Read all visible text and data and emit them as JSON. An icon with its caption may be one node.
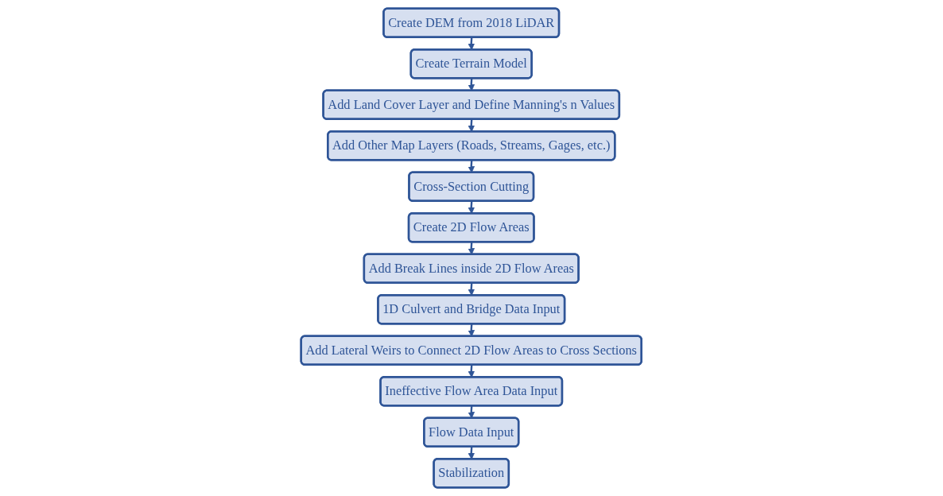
{
  "diagram": {
    "nodes": [
      {
        "text": [
          "Create DEM from 2018 LiDAR"
        ]
      },
      {
        "text": [
          "Create Terrain Model"
        ]
      },
      {
        "text": [
          "Add Land Cover Layer and Define Manning's n Values"
        ]
      },
      {
        "text": [
          "Add Other Map Layers (Roads, Streams, Gages, etc.)"
        ]
      },
      {
        "text": [
          "Cross-Section Cutting"
        ]
      },
      {
        "text": [
          "Create 2D Flow Areas"
        ]
      },
      {
        "text": [
          "Add Break Lines inside 2D Flow Areas"
        ]
      },
      {
        "text": [
          "1D Culvert and Bridge Data Input"
        ]
      },
      {
        "text": [
          "Add Lateral Weirs to Connect 2D Flow Areas to Cross Sections"
        ]
      },
      {
        "text": [
          "Ineffective Flow Area Data Input"
        ]
      },
      {
        "text": [
          "Flow Data Input"
        ]
      },
      {
        "text": [
          "Stabilization"
        ]
      }
    ],
    "edges": [
      {
        "from": 0,
        "to": 1,
        "arrow": "to"
      },
      {
        "from": 1,
        "to": 2,
        "arrow": "to"
      },
      {
        "from": 2,
        "to": 3,
        "arrow": "to"
      },
      {
        "from": 3,
        "to": 4,
        "arrow": "to"
      },
      {
        "from": 4,
        "to": 5,
        "arrow": "to"
      },
      {
        "from": 5,
        "to": 6,
        "arrow": "to"
      },
      {
        "from": 6,
        "to": 7,
        "arrow": "to"
      },
      {
        "from": 7,
        "to": 8,
        "arrow": "to"
      },
      {
        "from": 8,
        "to": 9,
        "arrow": "to"
      },
      {
        "from": 9,
        "to": 10,
        "arrow": "to"
      },
      {
        "from": 10,
        "to": 11,
        "arrow": "to"
      }
    ]
  }
}
